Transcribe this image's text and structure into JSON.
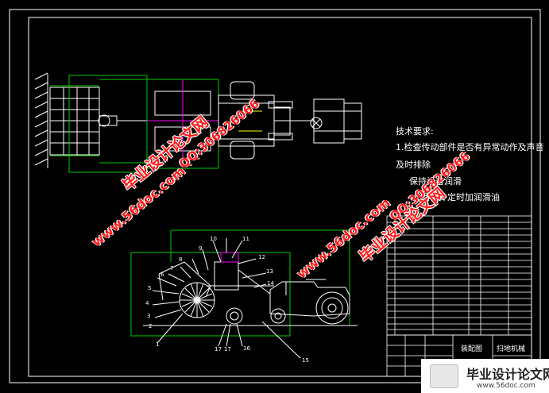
{
  "technical_requirements": {
    "heading": "技术要求:",
    "items": [
      "1.检查传动部件是否有异常动作及声音",
      "及时排除",
      "保持设备润滑",
      "活动件定时加润滑油"
    ]
  },
  "part_numbers": [
    "1",
    "2",
    "3",
    "4",
    "5",
    "6",
    "7",
    "8",
    "9",
    "10",
    "11",
    "12",
    "13",
    "14",
    "15",
    "16",
    "17",
    "17"
  ],
  "title_block": {
    "drawing_name": "装配图",
    "machine_name": "扫地机械"
  },
  "watermarks": {
    "brand": "毕业设计论文网",
    "url": "www.56doc.com",
    "qq": "QQ:306826066"
  },
  "footer": {
    "title": "毕业设计论文网",
    "url": "www.56doc.com"
  },
  "colors": {
    "background": "#000000",
    "frame": "#ffffff",
    "green": "#00cc00",
    "magenta": "#ff00ff",
    "yellow": "#ffff00",
    "cyan": "#00ffff",
    "watermark": "#ff1a1a"
  }
}
